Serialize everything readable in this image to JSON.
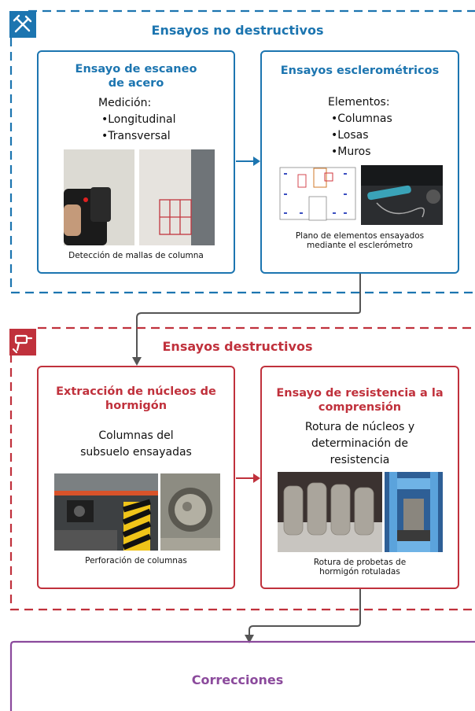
{
  "colors": {
    "blue": "#1c75b0",
    "red": "#c0313c",
    "purple": "#8b4a9c",
    "connector": "#555555"
  },
  "ndt": {
    "title": "Ensayos no destructivos",
    "icon": "tools-icon",
    "card1": {
      "title_line1": "Ensayo de escaneo",
      "title_line2": "de acero",
      "heading": "Medición:",
      "items": [
        "•Longitudinal",
        "•Transversal"
      ],
      "caption": "Detección de mallas de columna"
    },
    "card2": {
      "title": "Ensayos esclerométricos",
      "heading": "Elementos:",
      "items": [
        "•Columnas",
        "•Losas",
        "•Muros"
      ],
      "caption_line1": "Plano de elementos ensayados",
      "caption_line2": "mediante el esclerómetro"
    }
  },
  "dt": {
    "title": "Ensayos destructivos",
    "icon": "hammer-drill-icon",
    "card1": {
      "title_line1": "Extracción de núcleos de",
      "title_line2": "hormigón",
      "text_line1": "Columnas del",
      "text_line2": "subsuelo ensayadas",
      "caption": "Perforación de columnas"
    },
    "card2": {
      "title_line1": "Ensayo de resistencia a la",
      "title_line2": "comprensión",
      "text_line1": "Rotura de núcleos y",
      "text_line2": "determinación de",
      "text_line3": "resistencia",
      "caption_line1": "Rotura de probetas de",
      "caption_line2": "hormigón rotuladas"
    }
  },
  "corrections": {
    "title": "Correcciones"
  }
}
